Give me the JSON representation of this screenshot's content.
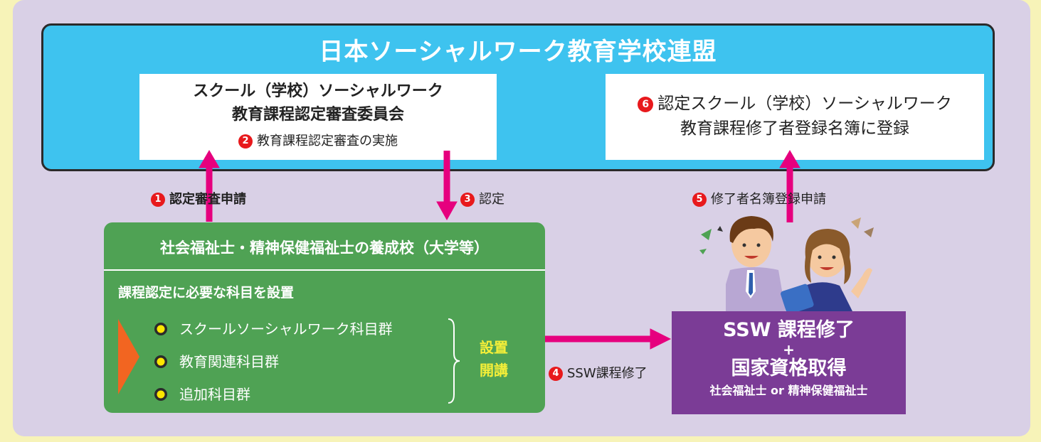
{
  "federation": {
    "title": "日本ソーシャルワーク教育学校連盟"
  },
  "committee": {
    "line1": "スクール（学校）ソーシャルワーク",
    "line2": "教育課程認定審査委員会",
    "step_num": "❷",
    "step_text": "教育課程認定審査の実施"
  },
  "registry": {
    "step_num": "❻",
    "line1": "認定スクール（学校）ソーシャルワーク",
    "line2": "教育課程修了者登録名簿に登録"
  },
  "flows": {
    "step1": {
      "num": "❶",
      "text": "認定審査申請"
    },
    "step3": {
      "num": "❸",
      "text": "認定"
    },
    "step4": {
      "num": "❹",
      "text": "SSW課程修了"
    },
    "step5": {
      "num": "❺",
      "text": "修了者名簿登録申請"
    }
  },
  "school": {
    "title": "社会福祉士・精神保健福祉士の養成校（大学等）",
    "subtitle": "課程認定に必要な科目を設置",
    "subjects": [
      "スクールソーシャルワーク科目群",
      "教育関連科目群",
      "追加科目群"
    ],
    "setup_line1": "設置",
    "setup_line2": "開講"
  },
  "completion": {
    "line1": "SSW 課程修了",
    "plus": "+",
    "line2": "国家資格取得",
    "line3": "社会福祉士 or 精神保健福祉士"
  },
  "colors": {
    "arrow": "#e6007e",
    "federation_bg": "#3ec3ef",
    "school_bg": "#4fa254",
    "completion_bg": "#7b3c96",
    "step_badge": "#e8191c"
  }
}
